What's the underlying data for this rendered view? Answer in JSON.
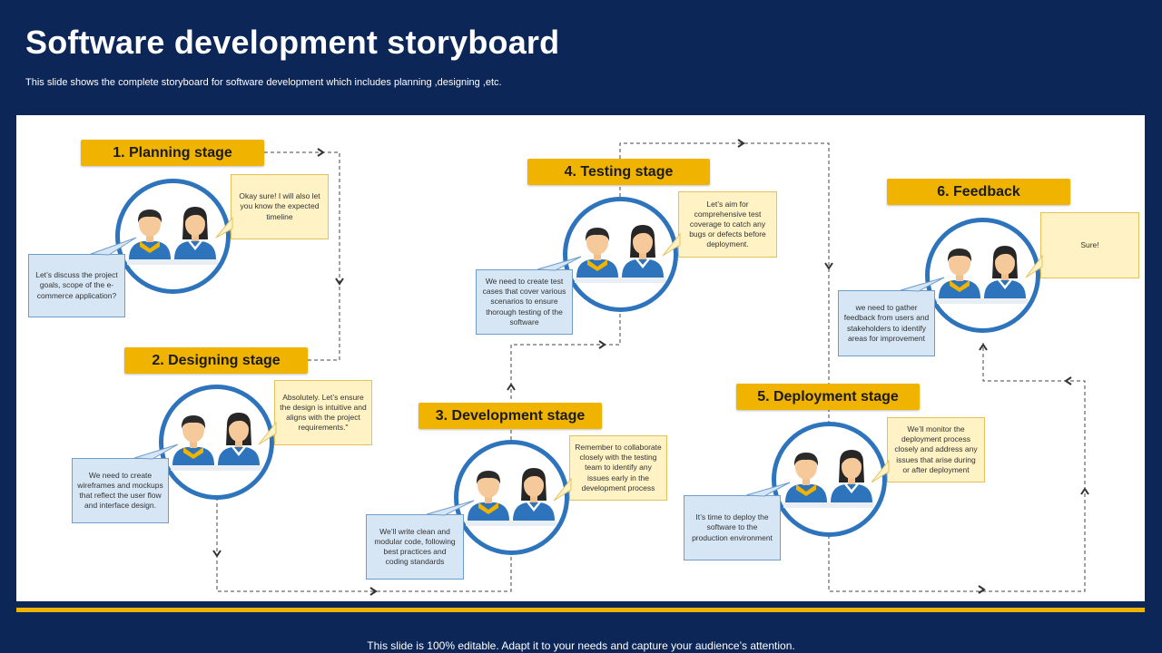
{
  "header": {
    "title": "Software development storyboard",
    "subtitle": "This slide shows the complete storyboard for software development which includes planning ,designing ,etc."
  },
  "footer": {
    "text": "This slide is 100% editable. Adapt it to your needs and capture your audience’s attention."
  },
  "colors": {
    "background": "#0b2657",
    "stage_label": "#f0b400",
    "circle_border": "#2e74bd",
    "bubble_blue": "#d6e6f5",
    "bubble_yellow": "#fff2c4"
  },
  "stages": [
    {
      "label": "1. Planning stage",
      "blue_bubble": "Let’s discuss the project goals, scope of the e-commerce application?",
      "yellow_bubble": "Okay sure!  I will also let you know the expected timeline"
    },
    {
      "label": "2. Designing stage",
      "blue_bubble": "We need to create wireframes and mockups that reflect the user flow and interface design.",
      "yellow_bubble": "Absolutely. Let’s ensure the design is intuitive and aligns with the project requirements.\""
    },
    {
      "label": "3. Development stage",
      "blue_bubble": "We’ll write clean and modular code, following best practices and coding standards",
      "yellow_bubble": "Remember to collaborate closely with the testing team to identify any issues early in the development process"
    },
    {
      "label": "4. Testing stage",
      "blue_bubble": "We need to create test cases that cover various scenarios to ensure thorough testing of the software",
      "yellow_bubble": "Let’s aim for comprehensive test coverage to catch any bugs or defects before deployment."
    },
    {
      "label": "5. Deployment stage",
      "blue_bubble": "It’s time to deploy the software to the production environment",
      "yellow_bubble": "We’ll monitor the deployment process closely and address any issues that arise during or after deployment"
    },
    {
      "label": "6. Feedback",
      "blue_bubble": "we need to gather feedback from users and stakeholders to identify areas for improvement",
      "yellow_bubble": "Sure!"
    }
  ]
}
